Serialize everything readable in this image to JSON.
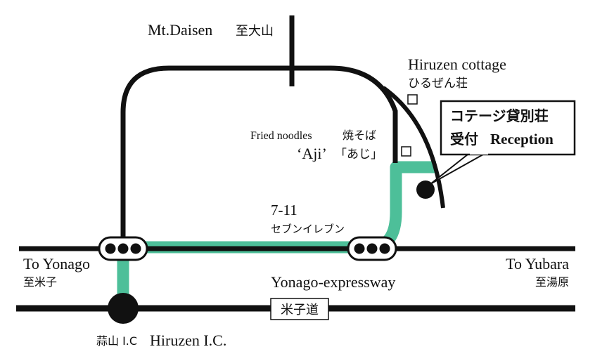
{
  "colors": {
    "road": "#111111",
    "route": "#4dbf99",
    "background": "#ffffff",
    "callout_border": "#111111"
  },
  "labels": {
    "daisen_en": "Mt.Daisen",
    "daisen_jp": "至大山",
    "cottage_en": "Hiruzen cottage",
    "cottage_jp": "ひるぜん荘",
    "reception_line1": "コテージ貸別荘",
    "reception_line2_jp": "受付",
    "reception_line2_en": "Reception",
    "noodles_en": "Fried noodles",
    "noodles_jp": "焼そば",
    "aji_en": "‘Aji’",
    "aji_jp": "「あじ」",
    "seven_en": "7-11",
    "seven_jp": "セブンイレブン",
    "yonago_en": "To Yonago",
    "yonago_jp": "至米子",
    "yubara_en": "To Yubara",
    "yubara_jp": "至湯原",
    "expressway_en": "Yonago-expressway",
    "expressway_sign": "米子道",
    "ic_jp": "蒜山 I.C",
    "ic_en": "Hiruzen I.C."
  },
  "icons": [
    "traffic-light-icon",
    "landmark-square-icon",
    "reception-marker-icon",
    "interchange-icon"
  ]
}
